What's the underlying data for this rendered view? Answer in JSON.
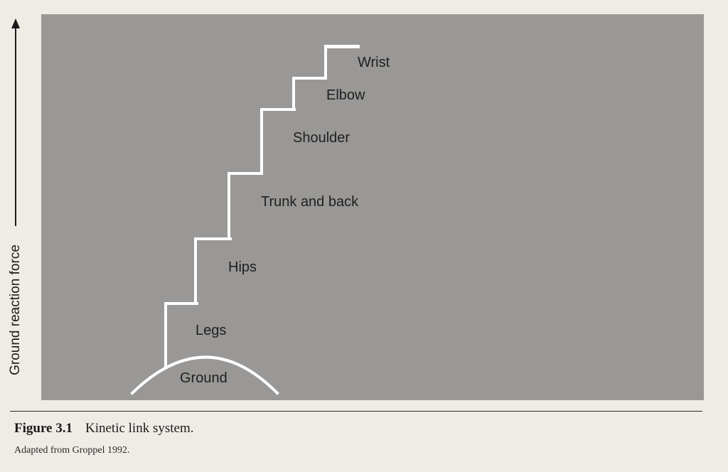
{
  "diagram": {
    "axis_label": "Ground reaction force",
    "steps": [
      {
        "id": "ground",
        "label": "Ground"
      },
      {
        "id": "legs",
        "label": "Legs"
      },
      {
        "id": "hips",
        "label": "Hips"
      },
      {
        "id": "trunk",
        "label": "Trunk and back"
      },
      {
        "id": "shoulder",
        "label": "Shoulder"
      },
      {
        "id": "elbow",
        "label": "Elbow"
      },
      {
        "id": "wrist",
        "label": "Wrist"
      }
    ],
    "colors": {
      "panel": "#9a9896",
      "lines": "#ffffff",
      "text": "#1f1f1f"
    }
  },
  "caption": {
    "figure_number": "Figure 3.1",
    "title": "Kinetic link system.",
    "source": "Adapted from Groppel 1992."
  }
}
